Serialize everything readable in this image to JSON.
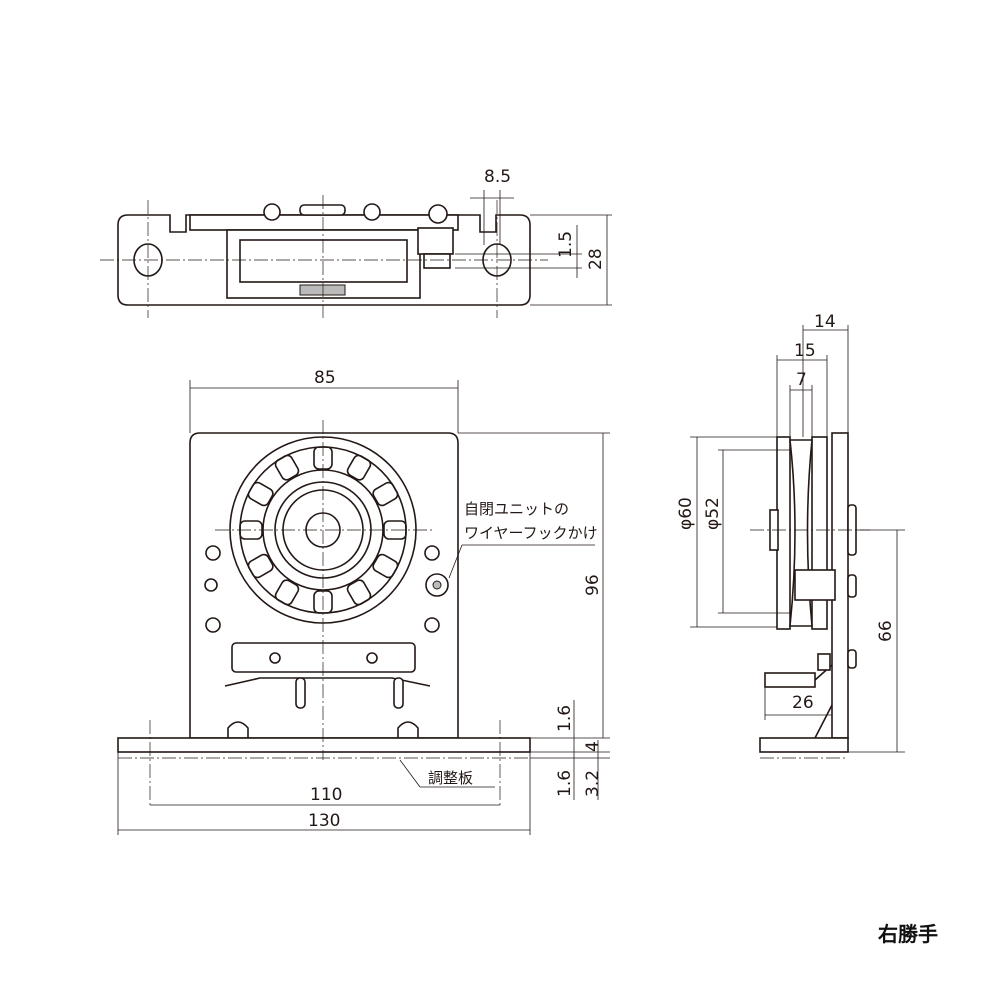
{
  "top_view": {
    "dim_hole_offset": "8.5",
    "dim_thickness": "1.5",
    "dim_depth": "28"
  },
  "front_view": {
    "dim_width": "85",
    "dim_height": "96",
    "dim_gap": "1.6",
    "dim_base": "4",
    "dim_adj_gap": "1.6",
    "dim_adj_total": "3.2",
    "dim_hole_pitch": "110",
    "dim_base_width": "130",
    "label_hook_line1": "自閉ユニットの",
    "label_hook_line2": "ワイヤーフックかけ",
    "label_adjust_plate": "調整板"
  },
  "side_view": {
    "dim_14": "14",
    "dim_15": "15",
    "dim_7": "7",
    "dim_phi60": "φ60",
    "dim_phi52": "φ52",
    "dim_66": "66",
    "dim_26": "26"
  },
  "hand_label": "右勝手"
}
